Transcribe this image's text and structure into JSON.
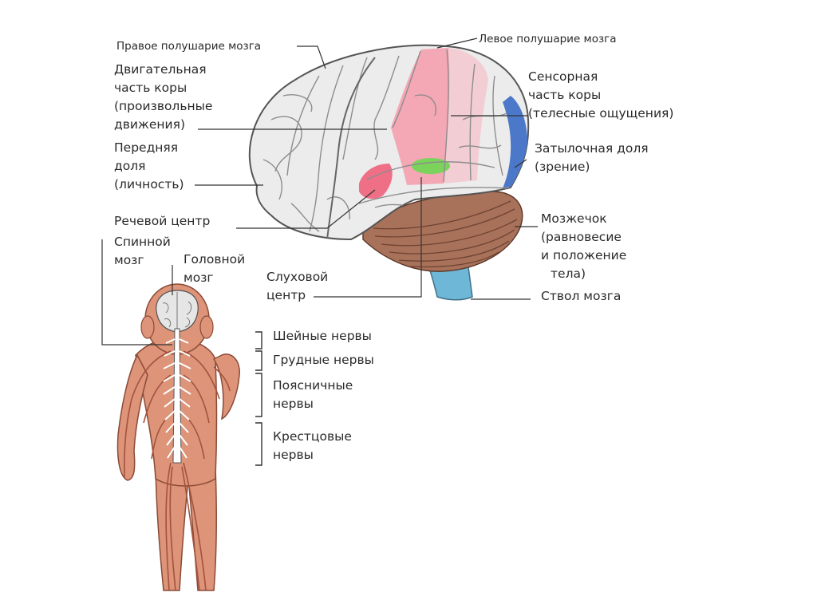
{
  "labels": {
    "right_hemisphere": "Правое полушарие мозга",
    "left_hemisphere": "Левое полушарие мозга",
    "motor_cortex": [
      "Двигательная",
      "часть коры",
      "(произвольные",
      "движения)"
    ],
    "frontal_lobe": [
      "Передняя",
      "доля",
      "(личность)"
    ],
    "speech_center": "Речевой центр",
    "spinal_cord": [
      "Спинной",
      "мозг"
    ],
    "brain": [
      "Головной",
      "мозг"
    ],
    "auditory_center": [
      "Слуховой",
      "центр"
    ],
    "sensory_cortex": [
      "Сенсорная",
      "часть коры",
      "(телесные ощущения)"
    ],
    "occipital_lobe": [
      "Затылочная доля",
      "(зрение)"
    ],
    "cerebellum": [
      "Мозжечок",
      "(равновесие",
      "и положение",
      "тела)"
    ],
    "brainstem": "Ствол мозга",
    "cervical_nerves": "Шейные нервы",
    "thoracic_nerves": "Грудные нервы",
    "lumbar_nerves": [
      "Поясничные",
      "нервы"
    ],
    "sacral_nerves": [
      "Крестцовые",
      "нервы"
    ]
  },
  "colors": {
    "brain_fill": "#ececec",
    "brain_outline": "#555555",
    "motor_area": "#f4a7b5",
    "sensory_area": "#f3cdd4",
    "speech_area": "#ee6f86",
    "auditory_area": "#7bd35c",
    "occipital_area": "#4b78c8",
    "cerebellum": "#a8715a",
    "brainstem": "#6fb7d6",
    "body": "#dd9479",
    "nerves": "#a4523d"
  }
}
